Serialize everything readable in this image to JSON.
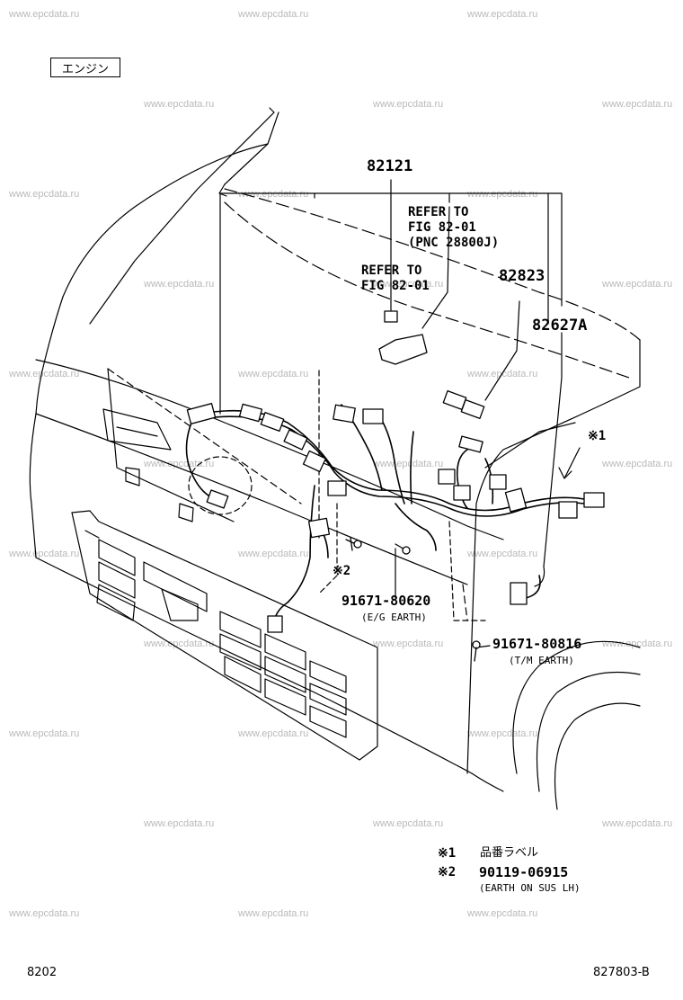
{
  "watermark": "www.epcdata.ru",
  "section_label": "エンジン",
  "parts": {
    "p82121": "82121",
    "p82823": "82823",
    "p82627A": "82627A",
    "bolt_eg": "91671-80620",
    "bolt_eg_note": "(E/G EARTH)",
    "bolt_tm": "91671-80816",
    "bolt_tm_note": "(T/M EARTH)"
  },
  "references": {
    "ref1": "REFER TO\nFIG 82-01\n(PNC 28800J)",
    "ref2": "REFER TO\nFIG 82-01"
  },
  "callouts": {
    "mark1": "※1",
    "mark2": "※2"
  },
  "legend": {
    "l1_mark": "※1",
    "l1_text": "品番ラベル",
    "l2_mark": "※2",
    "l2_part": "90119-06915",
    "l2_note": "(EARTH ON SUS LH)"
  },
  "footer": {
    "page_code": "8202",
    "figure_code": "827803-B"
  }
}
